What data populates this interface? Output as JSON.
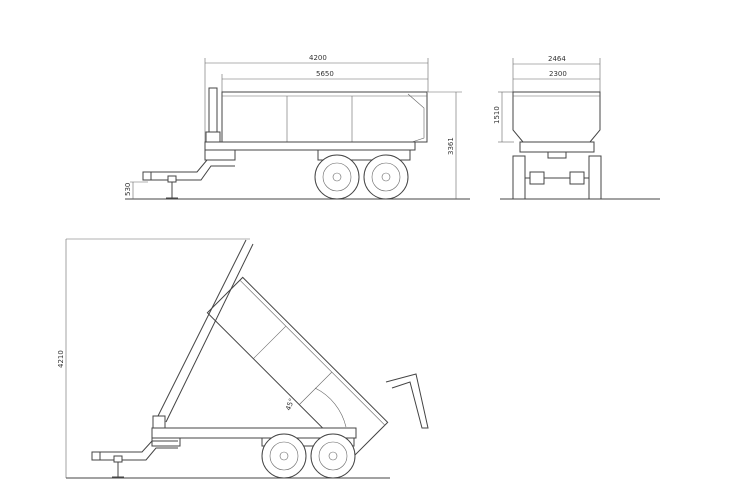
{
  "side_view": {
    "dim_overall_length": "4200",
    "dim_body_length": "5650",
    "dim_height": "3361",
    "dim_hitch_height": "530"
  },
  "rear_view": {
    "dim_outer_width": "2464",
    "dim_inner_width": "2300",
    "dim_body_height": "1510"
  },
  "tipping_view": {
    "dim_tipped_height": "4210",
    "tipping_angle": "45°"
  }
}
